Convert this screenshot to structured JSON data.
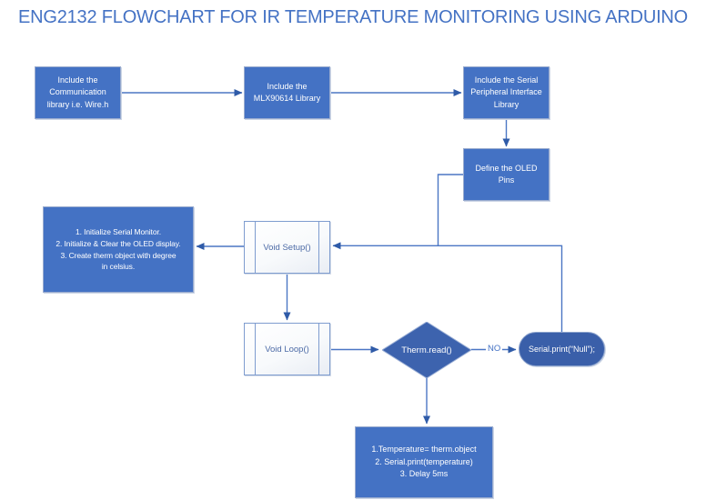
{
  "title": "ENG2132 FLOWCHART FOR IR TEMPERATURE MONITORING USING ARDUINO",
  "labels": {
    "no": "NO"
  },
  "nodes": {
    "wire": {
      "lines": [
        "Include  the",
        "Communication",
        "library i.e. Wire.h"
      ]
    },
    "mlx": {
      "lines": [
        "Include the",
        "MLX90614 Library"
      ]
    },
    "spi": {
      "lines": [
        "Include the Serial",
        "Peripheral Interface",
        "Library"
      ]
    },
    "oled": {
      "lines": [
        "Define the OLED",
        "Pins"
      ]
    },
    "setup": {
      "label": "Void Setup()"
    },
    "init": {
      "lines": [
        "1. Initialize Serial Monitor.",
        "2. Initialize & Clear the OLED display.",
        "3. Create therm object with degree",
        "in celsius."
      ]
    },
    "loop": {
      "label": "Void Loop()"
    },
    "decision": {
      "label": "Therm.read()"
    },
    "null_print": {
      "label": "Serial.print(“Null”);"
    },
    "temp": {
      "lines": [
        "1.Temperature= therm.object",
        "2. Serial.print(temperature)",
        "3. Delay 5ms"
      ]
    }
  },
  "colors": {
    "accent": "#4472C4",
    "box_fill": "#4472C4",
    "diamond_fill": "#3D63AE",
    "terminator_fill": "#3A5FA9",
    "connector": "#4B76C4",
    "arrowhead": "#2F5BA8",
    "title_text": "#4472C4",
    "predef_text": "#4D6BA6"
  }
}
